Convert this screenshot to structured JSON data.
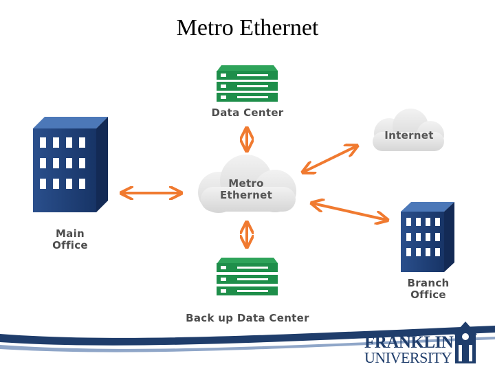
{
  "title": "Metro Ethernet",
  "nodes": {
    "data_center": "Data Center",
    "internet": "Internet",
    "metro_ethernet_line1": "Metro",
    "metro_ethernet_line2": "Ethernet",
    "main_office_line1": "Main",
    "main_office_line2": "Office",
    "branch_office_line1": "Branch",
    "branch_office_line2": "Office",
    "backup_data_center": "Back up Data Center"
  },
  "footer": {
    "logo_line1": "FRANKLIN",
    "logo_line2": "UNIVERSITY"
  },
  "colors": {
    "server_green": "#1e8e4a",
    "building_blue": "#1e3f78",
    "arrow_orange": "#f07a30",
    "cloud_gray": "#e3e3e3",
    "footer_navy": "#1f3d6b"
  }
}
